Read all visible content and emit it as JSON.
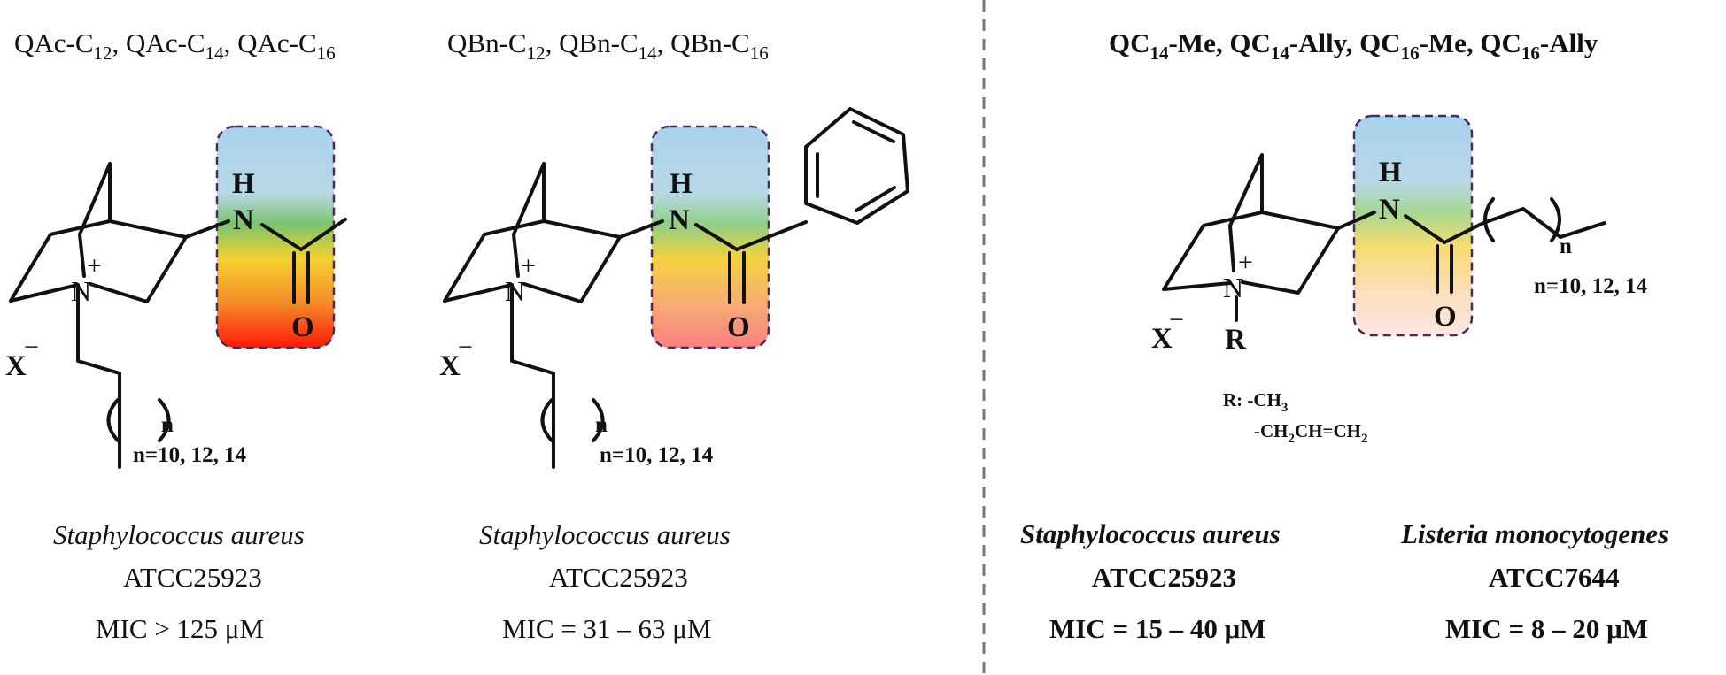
{
  "panel1": {
    "header": [
      "QAc-C",
      "12",
      ", QAc-C",
      "14",
      ", QAc-C",
      "16"
    ],
    "atom_H": "H",
    "atom_N_amide": "N",
    "atom_O": "O",
    "atom_N_plus": "N",
    "charge_plus": "+",
    "counterion": "X",
    "charge_minus": "−",
    "chain_n": "n",
    "n_values": "n=10, 12, 14",
    "organism": "Staphylococcus aureus",
    "strain": "ATCC25923",
    "mic": "MIC > 125 μM"
  },
  "panel2": {
    "header": [
      "QBn-C",
      "12",
      ", QBn-C",
      "14",
      ", QBn-C",
      "16"
    ],
    "atom_H": "H",
    "atom_N_amide": "N",
    "atom_O": "O",
    "atom_N_plus": "N",
    "charge_plus": "+",
    "counterion": "X",
    "charge_minus": "−",
    "chain_n": "n",
    "n_values": "n=10, 12, 14",
    "organism": "Staphylococcus aureus",
    "strain": "ATCC25923",
    "mic": "MIC = 31 – 63 μM"
  },
  "panel3": {
    "header": [
      "QC",
      "14",
      "-Me, QC",
      "14",
      "-Ally, QC",
      "16",
      "-Me, QC",
      "16",
      "-Ally"
    ],
    "atom_H": "H",
    "atom_N_amide": "N",
    "atom_O": "O",
    "atom_N_plus": "N",
    "charge_plus": "+",
    "counterion": "X",
    "charge_minus": "−",
    "substituent": "R",
    "chain_n": "n",
    "n_values": "n=10, 12, 14",
    "r_line1": [
      "R: -CH",
      "3"
    ],
    "r_line2": [
      "-CH",
      "2",
      "CH=CH",
      "2"
    ],
    "organism1": "Staphylococcus aureus",
    "strain1": "ATCC25923",
    "mic1": "MIC = 15 – 40 μM",
    "organism2": "Listeria monocytogenes",
    "strain2": "ATCC7644",
    "mic2": "MIC = 8 – 20 μM"
  },
  "colors": {
    "box_border": "#4a2a5a",
    "divider": "#777777",
    "gradient_strong": [
      "#a8d2ef",
      "#b9d8e6",
      "#7cc36f",
      "#f5d230",
      "#f58a28",
      "#ff1a08"
    ],
    "gradient_soft": [
      "#a8d2ef",
      "#b9d8e6",
      "#8fcf86",
      "#f5d240",
      "#f8a878",
      "#fa8080"
    ],
    "gradient_pale": [
      "#a8d2ef",
      "#b9d8e6",
      "#a6d890",
      "#f9dc70",
      "#fbe0c0",
      "#fde6e2"
    ]
  }
}
